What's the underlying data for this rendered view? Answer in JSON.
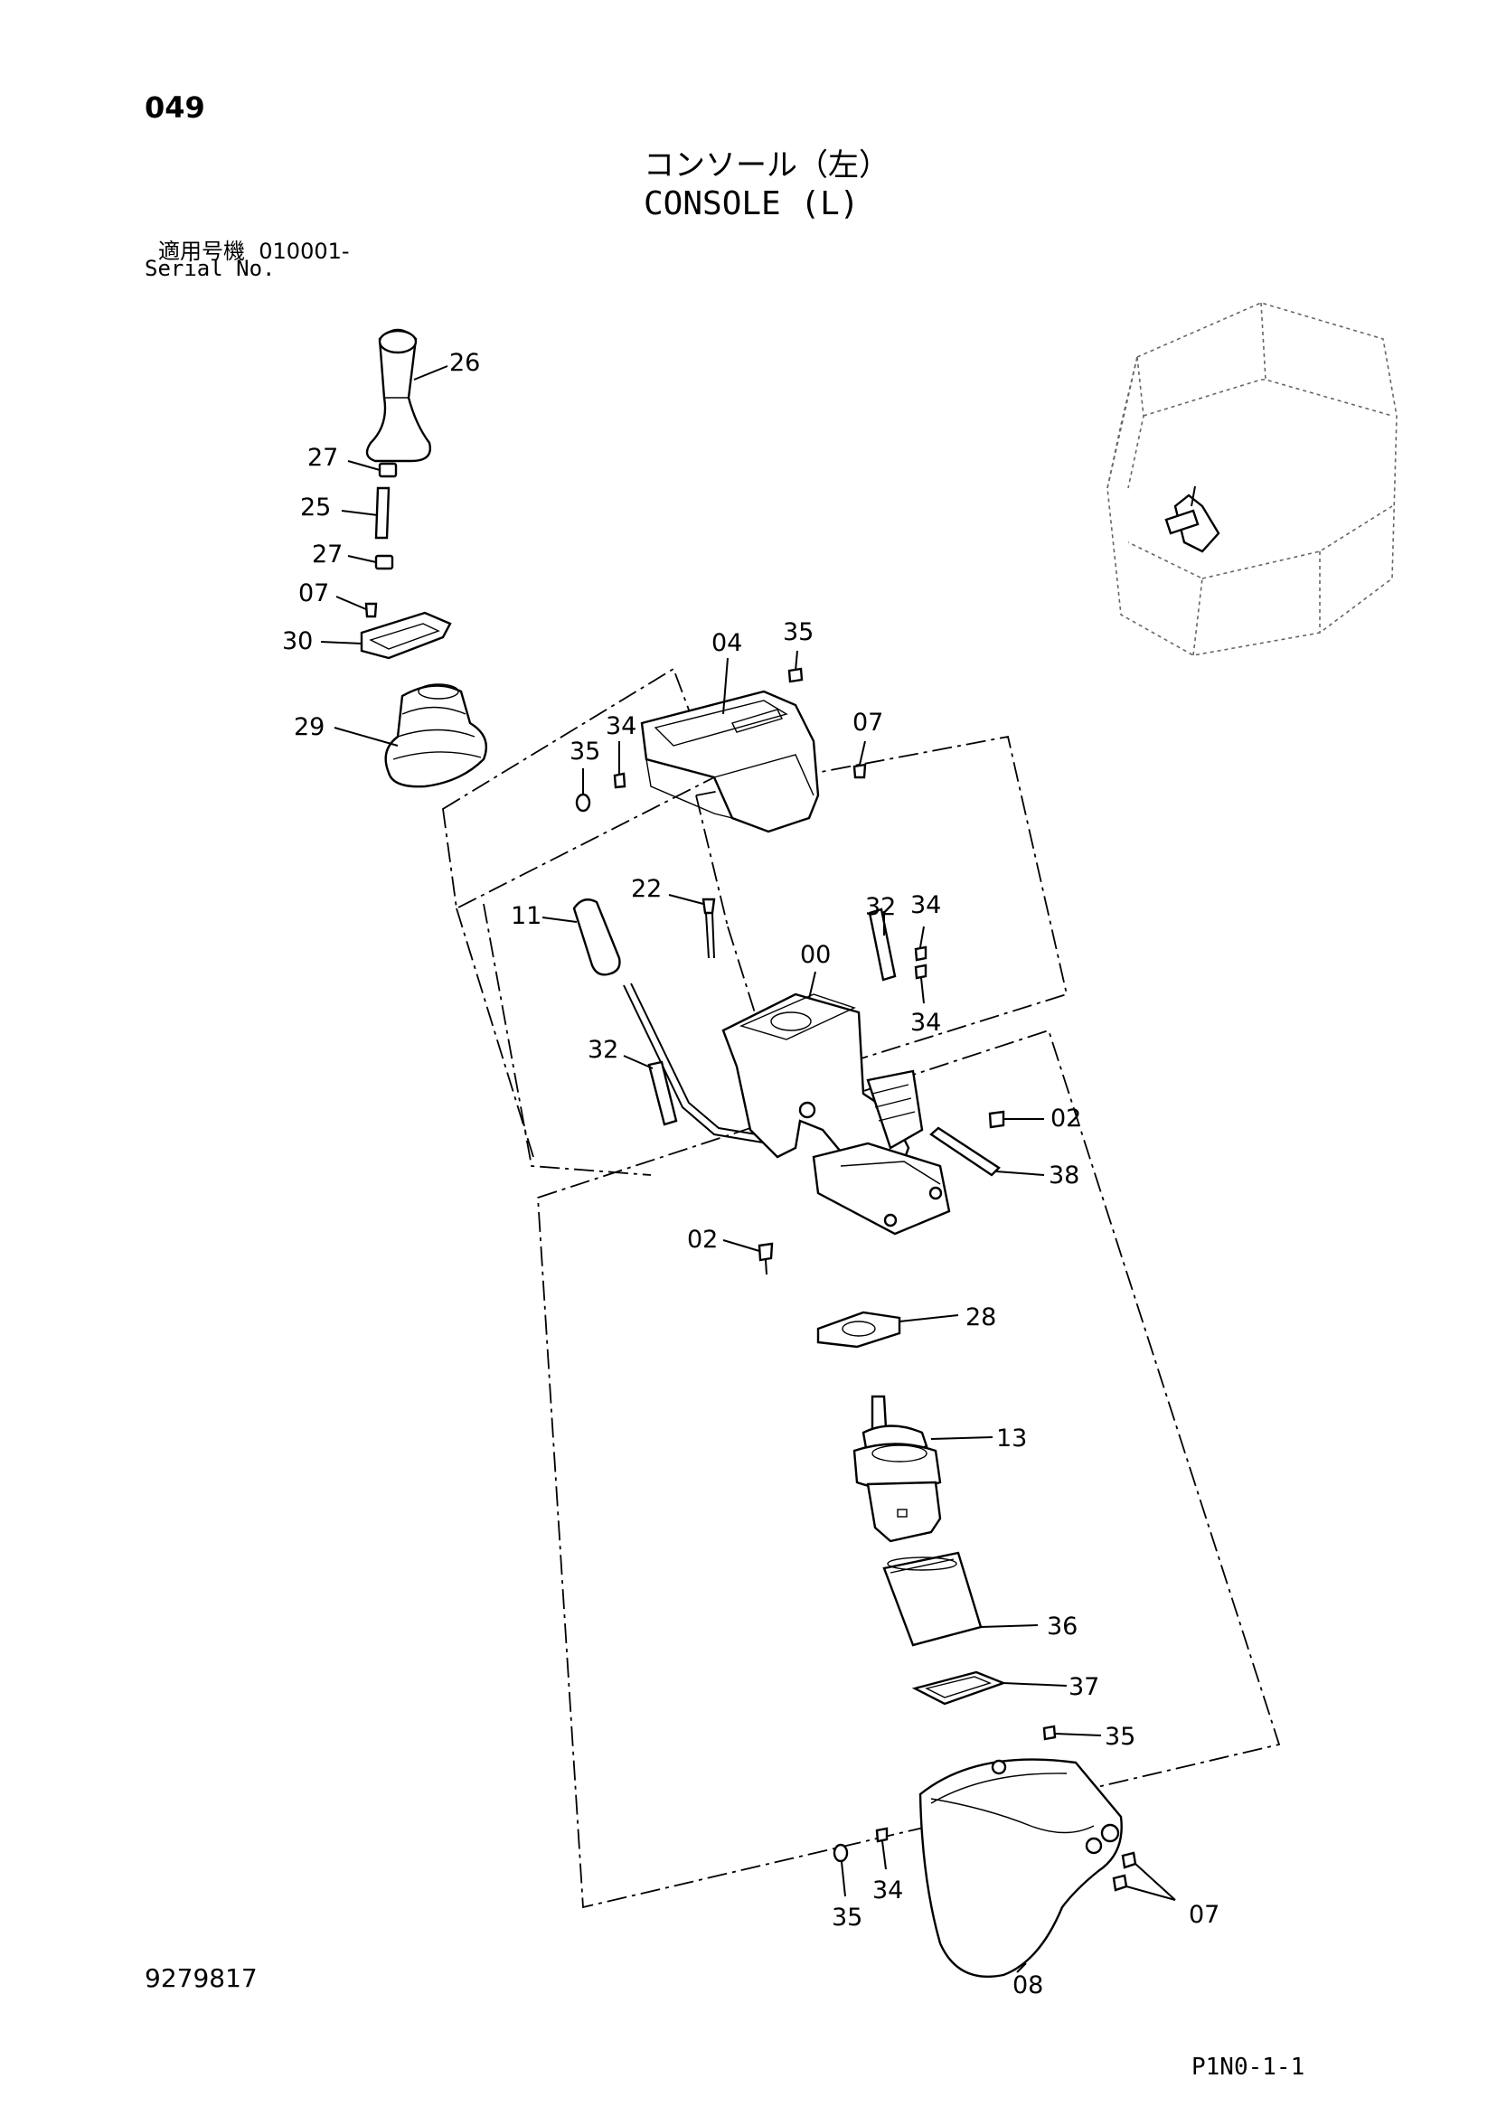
{
  "header": {
    "page_number": "049",
    "title_jp": "コンソール（左）",
    "title_en": "CONSOLE (L)",
    "serial_label_jp": "適用号機",
    "serial_value": "010001-",
    "serial_label_en": "Serial No."
  },
  "footer": {
    "document_number": "9279817",
    "sheet_id": "P1N0-1-1"
  },
  "callouts": {
    "c26": "26",
    "c27a": "27",
    "c25": "25",
    "c27b": "27",
    "c07a": "07",
    "c30": "30",
    "c29": "29",
    "c04": "04",
    "c35a": "35",
    "c07b": "07",
    "c35b": "35",
    "c34a": "34",
    "c22": "22",
    "c11": "11",
    "c32a": "32",
    "c34b": "34",
    "c00": "00",
    "c34c": "34",
    "c32b": "32",
    "c02a": "02",
    "c38": "38",
    "c02b": "02",
    "c28": "28",
    "c13": "13",
    "c36": "36",
    "c37": "37",
    "c35c": "35",
    "c34d": "34",
    "c35d": "35",
    "c07c": "07",
    "c08": "08"
  }
}
